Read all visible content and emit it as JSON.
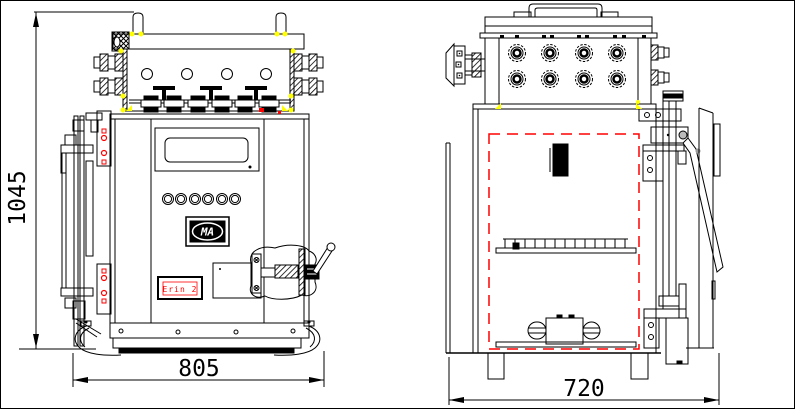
{
  "drawing": {
    "background": "#ffffff",
    "colors": {
      "line": "#000000",
      "panel_outline_red": "#ff0000",
      "grip_yellow": "#ffff00",
      "nameplate_red": "#ff0000"
    },
    "front_view": {
      "height_dimension": "1045",
      "width_dimension": "805",
      "certification_mark": "MA",
      "nameplate_text": "Erin 2"
    },
    "side_view": {
      "depth_dimension": "720"
    }
  }
}
